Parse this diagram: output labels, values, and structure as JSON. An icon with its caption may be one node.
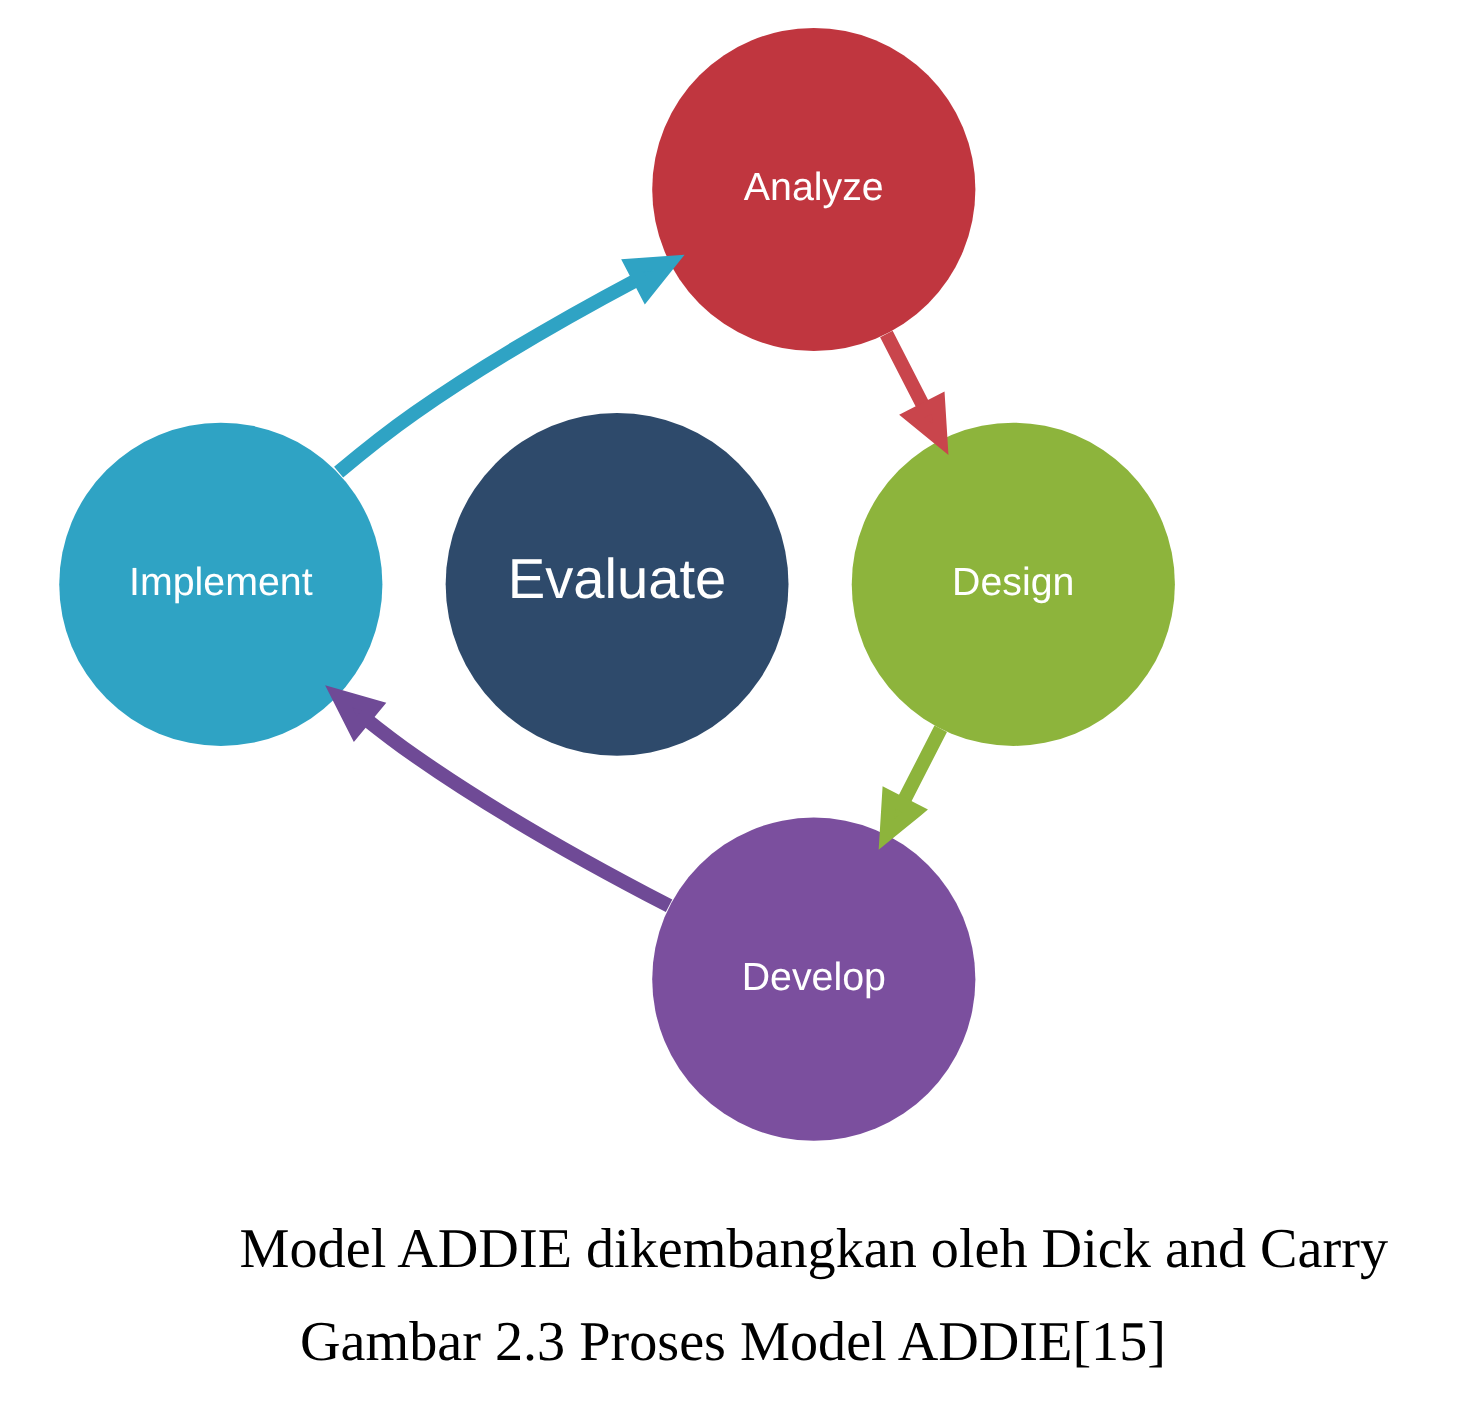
{
  "diagram": {
    "caption": "Gambar 2.3 Proses Model ADDIE[15]",
    "nodes": [
      {
        "text": [
          "Analyze"
        ]
      },
      {
        "text": [
          "Implement"
        ]
      },
      {
        "text": [
          "Evaluate"
        ]
      },
      {
        "text": [
          "Design"
        ]
      },
      {
        "text": [
          "Develop"
        ]
      }
    ],
    "edges": [
      {
        "from": 0,
        "to": 3,
        "arrow": "to",
        "color": "#c9454c"
      },
      {
        "from": 3,
        "to": 4,
        "arrow": "to",
        "color": "#8db43c"
      },
      {
        "from": 4,
        "to": 1,
        "arrow": "to",
        "color": "#6f4a96"
      },
      {
        "from": 1,
        "to": 0,
        "arrow": "to",
        "color": "#2fa3c4"
      }
    ],
    "labels": [
      "Model ADDIE dikembangkan oleh Dick and Carry"
    ]
  }
}
